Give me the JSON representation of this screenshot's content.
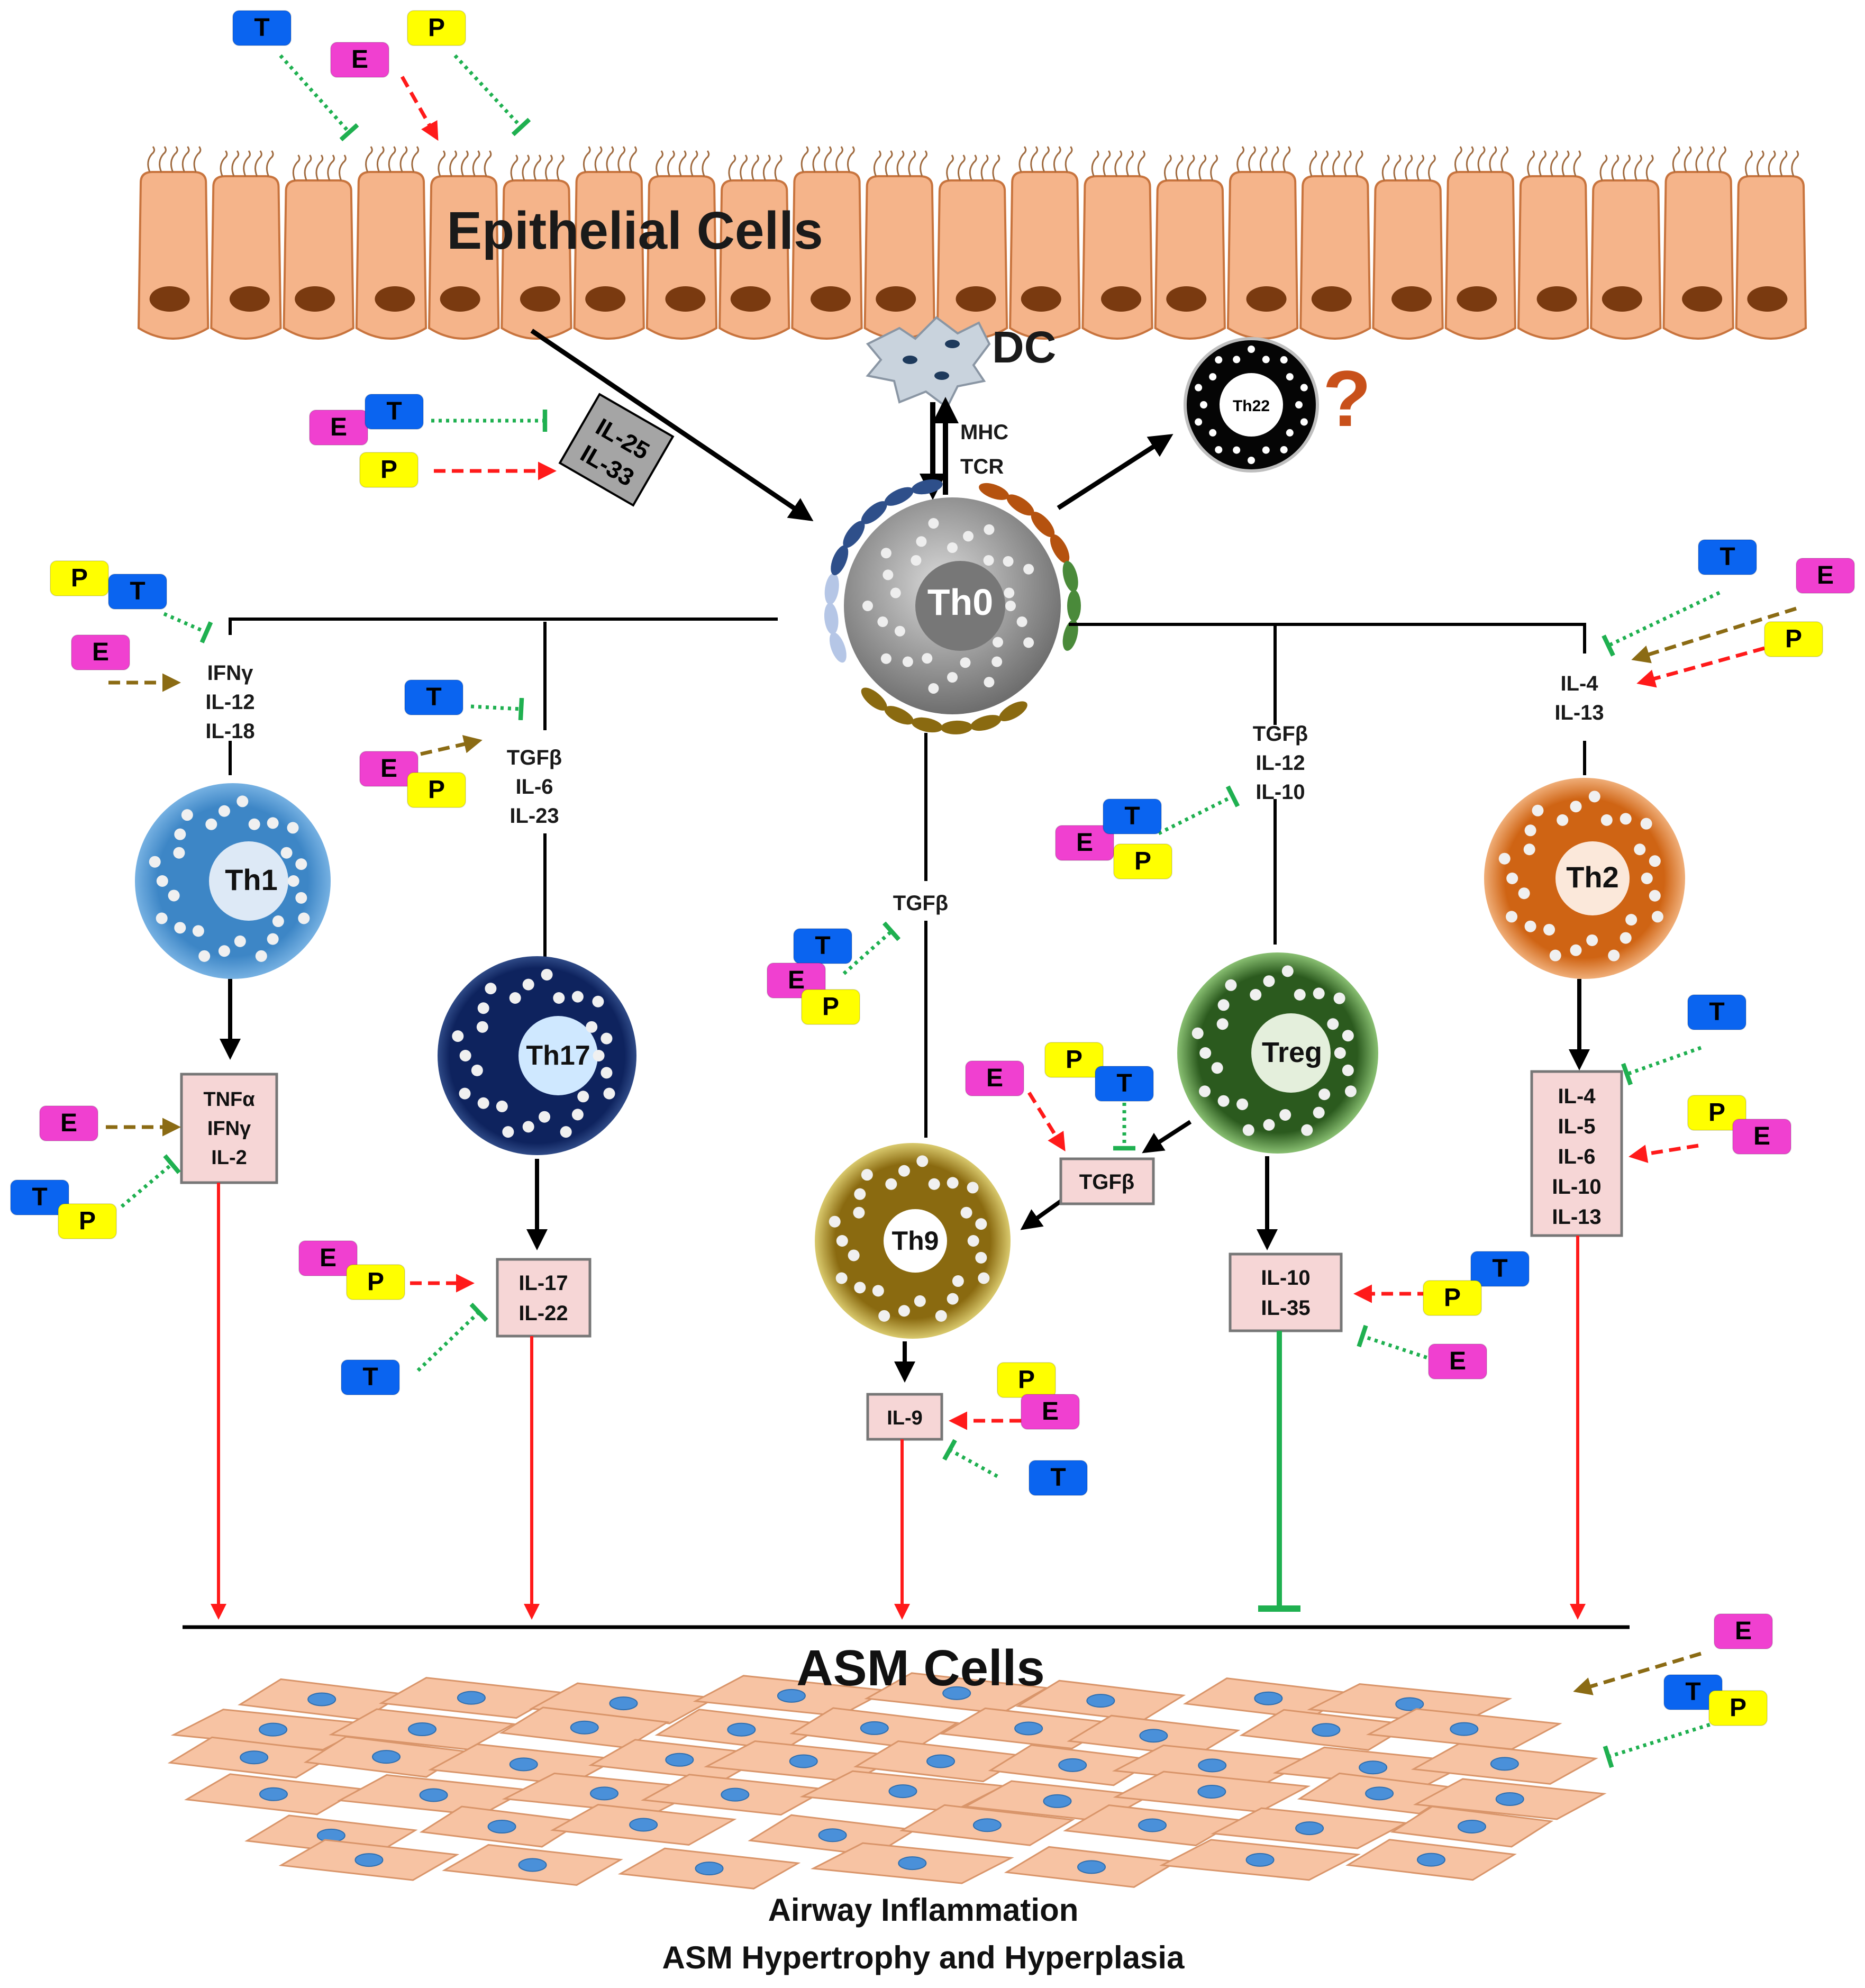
{
  "epithelium": {
    "label": "Epithelial Cells"
  },
  "dc": {
    "label": "DC",
    "mhc": "MHC",
    "tcr": "TCR"
  },
  "th22": {
    "label": "Th22",
    "question": "?"
  },
  "il25_33": {
    "lines": [
      "IL-25",
      "IL-33"
    ]
  },
  "th0": {
    "label": "Th0"
  },
  "th1": {
    "label": "Th1",
    "inducers": [
      "IFNγ",
      "IL-12",
      "IL-18"
    ],
    "products": [
      "TNFα",
      "IFNγ",
      "IL-2"
    ]
  },
  "th17": {
    "label": "Th17",
    "inducers": [
      "TGFβ",
      "IL-6",
      "IL-23"
    ],
    "products": [
      "IL-17",
      "IL-22"
    ]
  },
  "th9": {
    "label": "Th9",
    "inducers": [
      "TGFβ"
    ],
    "products": [
      "IL-9"
    ]
  },
  "treg": {
    "label": "Treg",
    "inducers": [
      "TGFβ",
      "IL-12",
      "IL-10"
    ],
    "products": [
      "IL-10",
      "IL-35"
    ],
    "tgfb_box": "TGFβ"
  },
  "th2": {
    "label": "Th2",
    "inducers": [
      "IL-4",
      "IL-13"
    ],
    "products": [
      "IL-4",
      "IL-5",
      "IL-6",
      "IL-10",
      "IL-13"
    ]
  },
  "asm": {
    "label": "ASM Cells",
    "outcome_lines": [
      "Airway Inflammation",
      "ASM Hypertrophy and Hyperplasia"
    ]
  },
  "hormones": {
    "T": "T",
    "E": "E",
    "P": "P"
  },
  "colors": {
    "T": "#0a64f0",
    "E": "#f040d0",
    "P": "#ffff00",
    "activate": "#ff1a1a",
    "stimulate": "#8b6b14",
    "inhibit": "#1fb050",
    "epithelium": "#f5b48a",
    "nucleus": "#7a3a10",
    "cytokine_box": "#f6d6d6",
    "th1": "#3d86c6",
    "th17": "#0e235e",
    "th9": "#8a6a10",
    "treg": "#2b5a1e",
    "th2": "#cf6414",
    "th0": "#8a8a8a",
    "asm_cell": "#f7c3a3",
    "asm_nucleus": "#4a90d9"
  }
}
